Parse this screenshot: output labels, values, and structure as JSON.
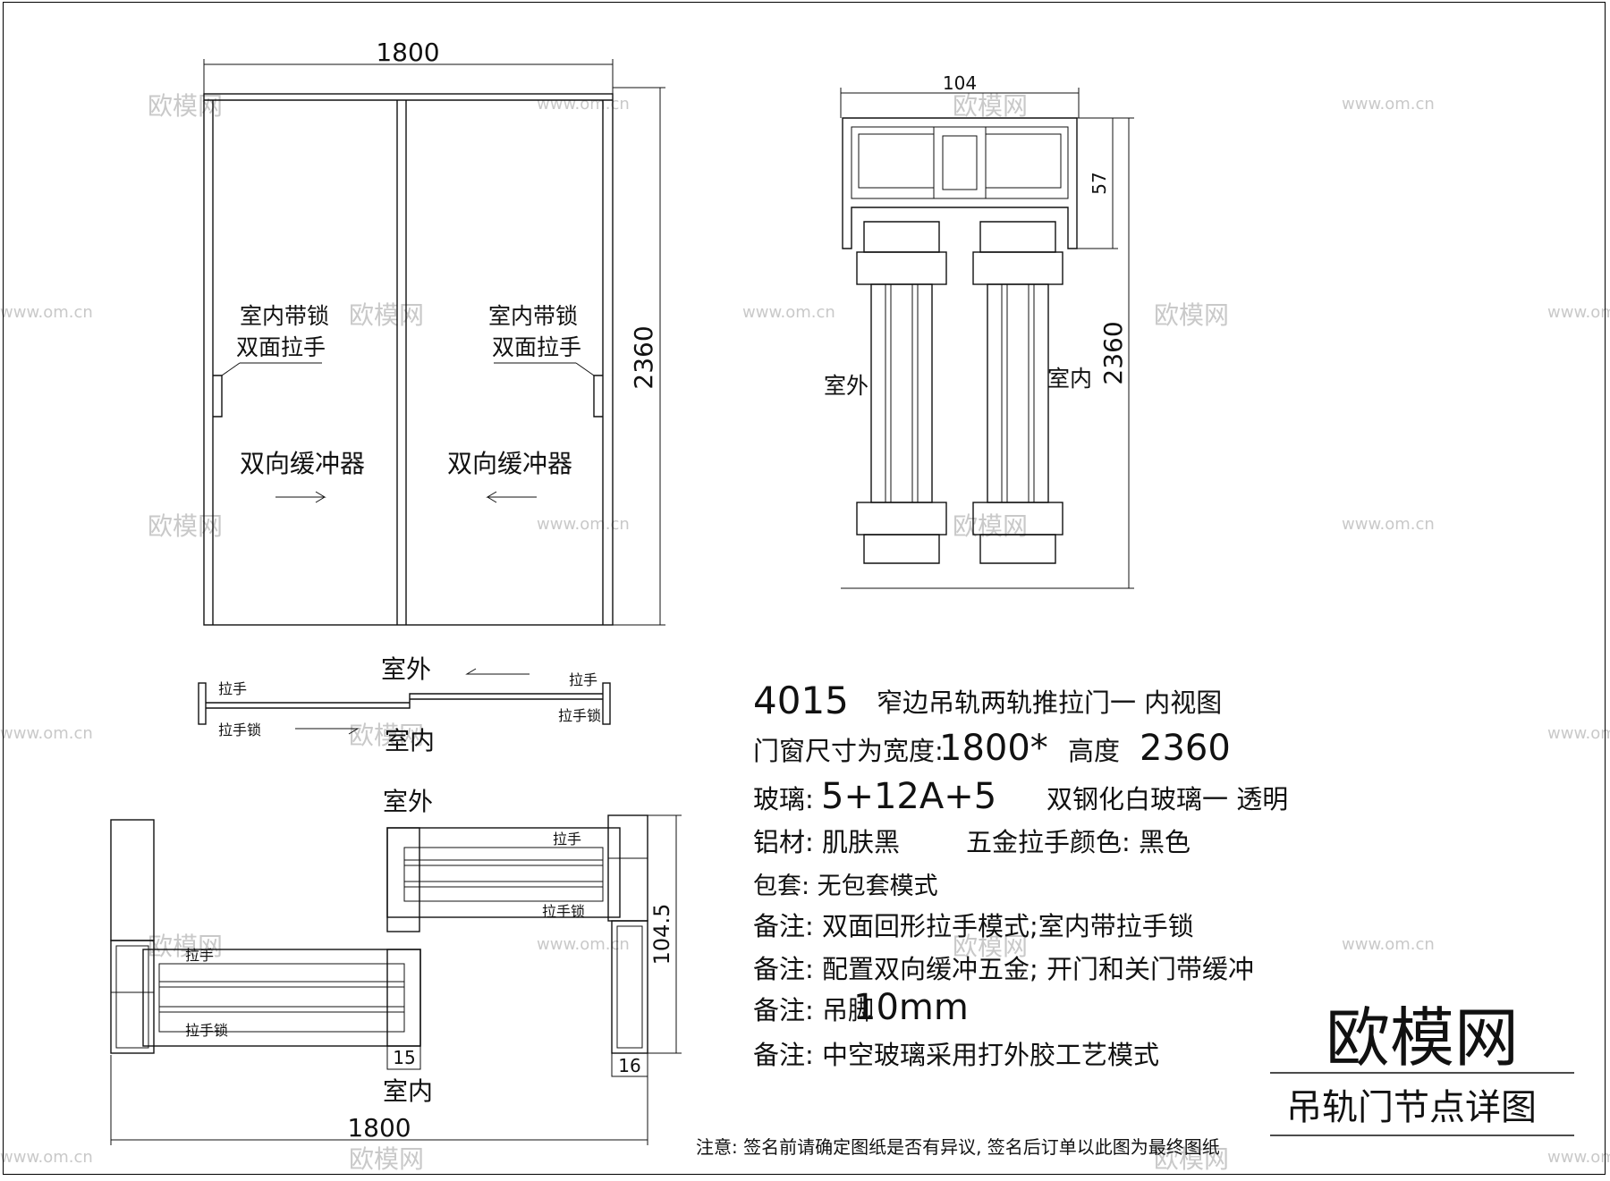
{
  "watermark": {
    "logo_small": "欧模网",
    "url": "www.om.cn"
  },
  "elevation": {
    "width_dim": "1800",
    "height_dim": "2360",
    "left_note_1": "室内带锁",
    "left_note_2": "双面拉手",
    "right_note_1": "室内带锁",
    "right_note_2": "双面拉手",
    "buffer_left": "双向缓冲器",
    "buffer_right": "双向缓冲器"
  },
  "plan": {
    "outdoor": "室外",
    "indoor": "室内",
    "handle_left": "拉手",
    "lock_left": "拉手锁",
    "handle_right": "拉手",
    "lock_right": "拉手锁"
  },
  "section": {
    "outdoor": "室外",
    "indoor": "室内",
    "handle_upper": "拉手",
    "lock_upper": "拉手锁",
    "handle_lower": "拉手",
    "lock_lower": "拉手锁",
    "depth_dim": "104.5",
    "dim_15": "15",
    "dim_16": "16",
    "width_dim": "1800"
  },
  "rail": {
    "width_dim": "104",
    "height_dim": "57",
    "total_height_dim": "2360",
    "outdoor": "室外",
    "indoor": "室内"
  },
  "specs": {
    "model": "4015",
    "title": "窄边吊轨两轨推拉门一 内视图",
    "size_label": "门窗尺寸为宽度:",
    "size_width": "1800*",
    "size_height_label": "高度",
    "size_height": "2360",
    "glass_label": "玻璃:",
    "glass_value": "5+12A+5",
    "glass_desc": "双钢化白玻璃一 透明",
    "aluminum": "铝材: 肌肤黑",
    "hardware_color": "五金拉手颜色: 黑色",
    "casing": "包套: 无包套模式",
    "note_1": "备注: 双面回形拉手模式;室内带拉手锁",
    "note_2": "备注: 配置双向缓冲五金; 开门和关门带缓冲",
    "note_3_label": "备注: 吊脚",
    "note_3_value": "10mm",
    "note_4": "备注: 中空玻璃采用打外胶工艺模式"
  },
  "footer": {
    "note": "注意: 签名前请确定图纸是否有异议, 签名后订单以此图为最终图纸"
  },
  "title_block": {
    "brand": "欧模网",
    "title": "吊轨门节点详图"
  }
}
